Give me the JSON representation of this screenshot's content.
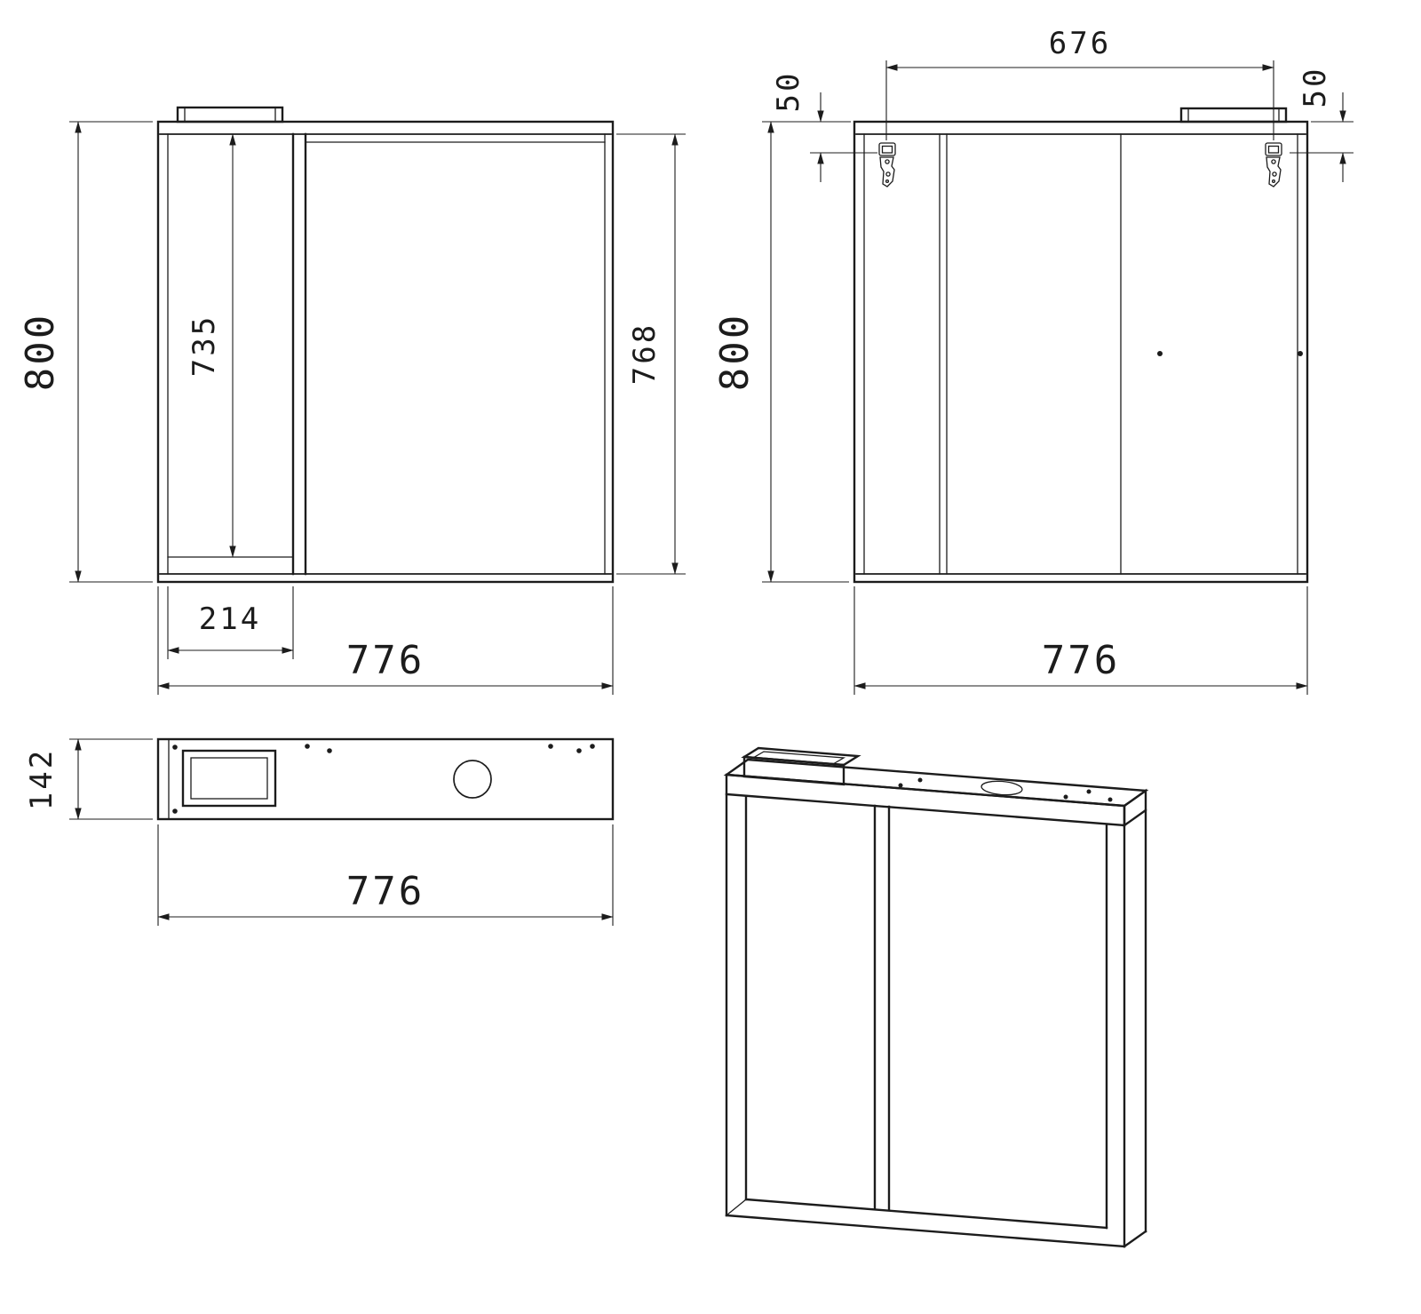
{
  "front_view": {
    "overall_height": "800",
    "door_height": "735",
    "mirror_height": "768",
    "door_width": "214",
    "overall_width": "776"
  },
  "back_view": {
    "bracket_span": "676",
    "left_bracket_offset": "50",
    "right_bracket_offset": "50",
    "overall_height": "800",
    "overall_width": "776"
  },
  "bottom_view": {
    "depth": "142",
    "overall_width": "776"
  }
}
